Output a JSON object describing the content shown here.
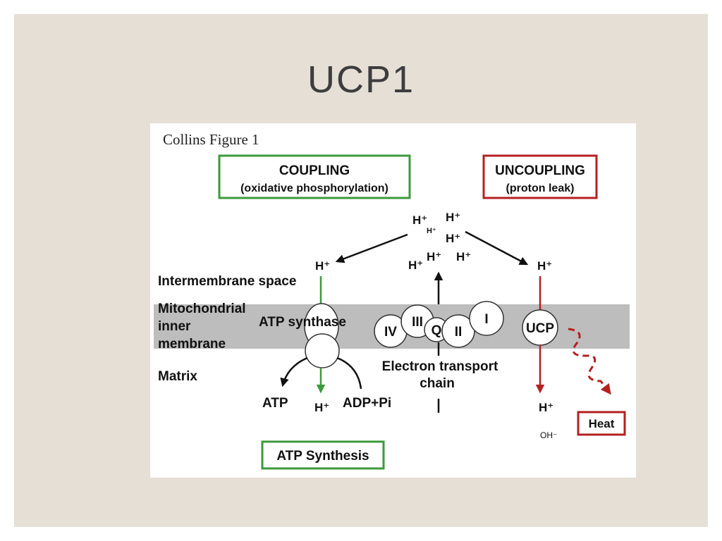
{
  "slide": {
    "title": "UCP1"
  },
  "figure": {
    "caption": "Collins Figure 1",
    "coupling_box": {
      "line1": "COUPLING",
      "line2": "(oxidative phosphorylation)"
    },
    "uncoupling_box": {
      "line1": "UNCOUPLING",
      "line2": "(proton leak)"
    },
    "proton_cluster": [
      "H⁺",
      "H⁺",
      "H⁺",
      "H⁺",
      "H⁺",
      "H⁺",
      "H⁺"
    ],
    "proton_left": "H⁺",
    "proton_right": "H⁺",
    "regions": {
      "intermembrane": "Intermembrane space",
      "membrane_lines": [
        "Mitochondrial",
        "inner",
        "membrane"
      ],
      "matrix": "Matrix"
    },
    "atp_synthase": {
      "label": "ATP synthase",
      "atp": "ATP",
      "proton": "H⁺",
      "adp": "ADP+Pi"
    },
    "etc": {
      "complexes": [
        "IV",
        "III",
        "Q",
        "II",
        "I"
      ],
      "label_lines": [
        "Electron transport",
        "chain"
      ]
    },
    "ucp": {
      "label": "UCP",
      "proton": "H⁺",
      "hydroxide": "OH⁻"
    },
    "heat_box": "Heat",
    "atp_synthesis_box": "ATP Synthesis"
  },
  "colors": {
    "slide_background": "#e5dfd6",
    "title": "#3d3d3d",
    "coupling": "#3c9a3c",
    "uncoupling": "#b52020",
    "membrane": "#bdbdbd"
  }
}
